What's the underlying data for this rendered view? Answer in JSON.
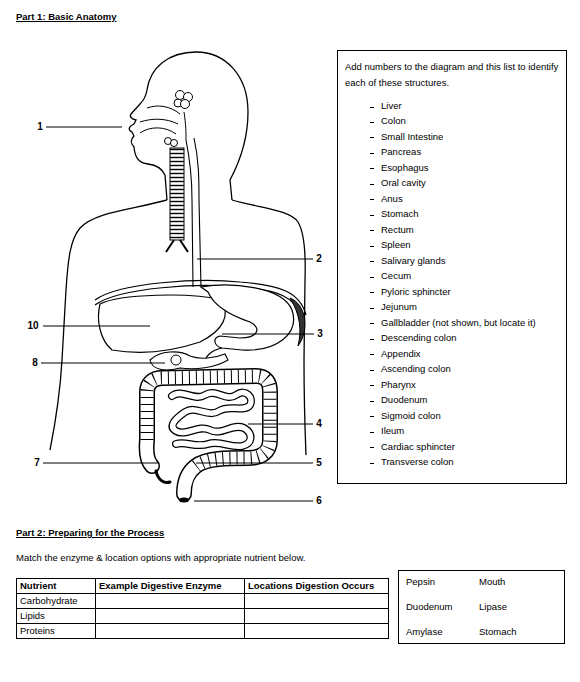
{
  "diagram": {
    "nodes": [
      {
        "text": [
          "Add numbers to the diagram and this list to identify each of these structures.",
          "Liver",
          "Colon",
          "Small Intestine",
          "Pancreas",
          "Esophagus",
          "Oral cavity",
          "Anus",
          "Stomach",
          "Rectum",
          "Spleen",
          "Salivary glands",
          "Cecum",
          "Pyloric sphincter",
          "Jejunum",
          "Gallbladder (not shown, but locate it)",
          "Descending colon",
          "Appendix",
          "Ascending colon",
          "Pharynx",
          "Duodenum",
          "Sigmoid colon",
          "Ileum",
          "Cardiac sphincter",
          "Transverse colon"
        ]
      },
      {
        "text": [
          "Pepsin",
          "Mouth",
          "Duodenum",
          "Lipase",
          "Amylase",
          "Stomach"
        ]
      }
    ],
    "labels": [
      "Part 1: Basic Anatomy",
      "1",
      "2",
      "10",
      "3",
      "8",
      "4",
      "7",
      "5",
      "6",
      "Part 2: Preparing for the Process",
      "Match the enzyme & location options with appropriate nutrient below.",
      "Nutrient",
      "Example Digestive Enzyme",
      "Locations Digestion Occurs",
      "Carbohydrate",
      "Lipids",
      "Proteins"
    ]
  }
}
